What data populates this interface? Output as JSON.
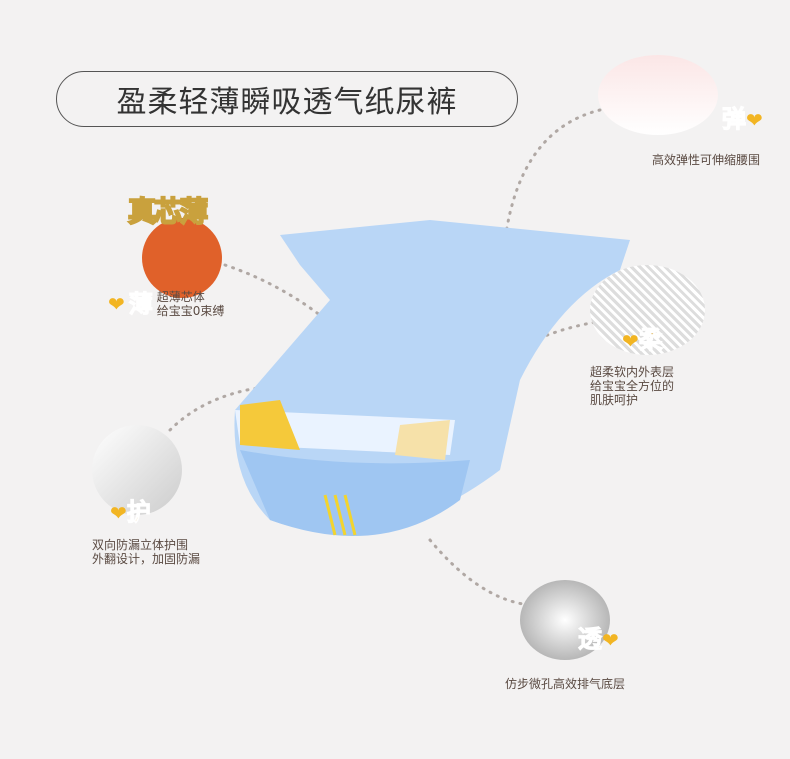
{
  "title": "盈柔轻薄瞬吸透气纸尿裤",
  "badge": "真芯薄",
  "features": [
    {
      "key": "弹",
      "desc": [
        "高效弹性可伸缩腰围"
      ]
    },
    {
      "key": "薄",
      "desc": [
        "超薄芯体",
        "给宝宝0束缚"
      ]
    },
    {
      "key": "柔",
      "desc": [
        "超柔软内外表层",
        "给宝宝全方位的",
        "肌肤呵护"
      ]
    },
    {
      "key": "护",
      "desc": [
        "双向防漏立体护围",
        "外翻设计，加固防漏"
      ]
    },
    {
      "key": "透",
      "desc": [
        "仿步微孔高效排气底层"
      ]
    }
  ],
  "icons": {
    "heart": "❤"
  },
  "colors": {
    "accent": "#d39a1e",
    "heart": "#f2b523",
    "diaper": "#a9cdf5"
  }
}
